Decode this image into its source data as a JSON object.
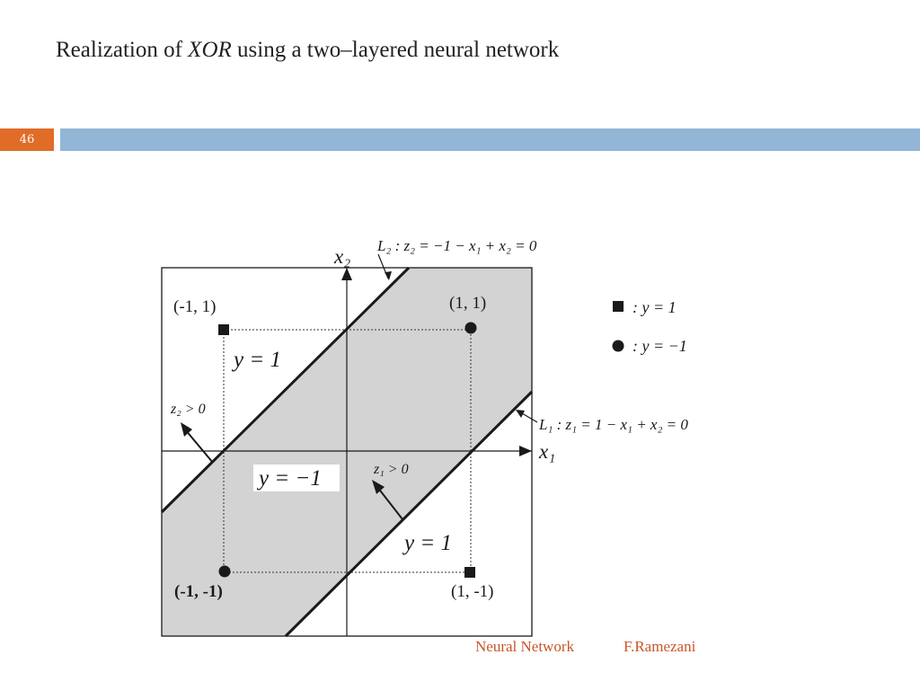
{
  "slide": {
    "title_prefix": "Realization of ",
    "title_italic": "XOR",
    "title_suffix": " using a two–layered neural network",
    "number": "46"
  },
  "diagram": {
    "axis_x_label": "x₁",
    "axis_y_label": "x₂",
    "line_L2_label": "L₂ :  z₂ = −1 − x₁ + x₂ = 0",
    "line_L1_label": "L₁ :  z₁ = 1 − x₁ + x₂ = 0",
    "z2_label": "z₂ > 0",
    "z1_label": "z₁ > 0",
    "region_top_label": "y = 1",
    "region_middle_label": "y = −1",
    "region_bottom_label": "y = 1",
    "points": [
      {
        "label": "(-1, 1)",
        "x": -1,
        "y": 1,
        "marker": "square"
      },
      {
        "label": "(1, 1)",
        "x": 1,
        "y": 1,
        "marker": "circle"
      },
      {
        "label": "(-1, -1)",
        "x": -1,
        "y": -1,
        "marker": "circle"
      },
      {
        "label": "(1, -1)",
        "x": 1,
        "y": -1,
        "marker": "square"
      }
    ],
    "legend": [
      {
        "marker": "square",
        "text": ": y = 1"
      },
      {
        "marker": "circle",
        "text": ": y = −1"
      }
    ],
    "colors": {
      "band": "#d3d3d3",
      "ink": "#1a1a1a"
    }
  },
  "footer": {
    "course": "Neural Network",
    "author": "F.Ramezani",
    "color": "#c8562a"
  }
}
